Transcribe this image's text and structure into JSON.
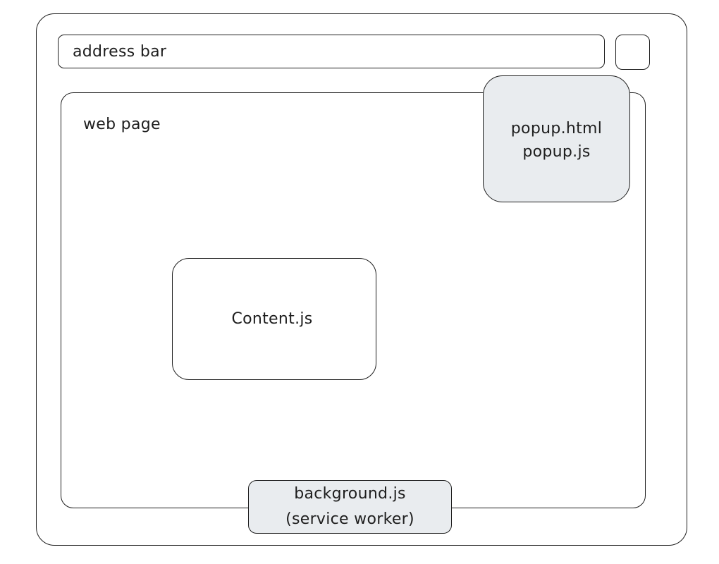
{
  "browser": {
    "address_bar_label": "address bar"
  },
  "web_page": {
    "label": "web page"
  },
  "popup": {
    "line1": "popup.html",
    "line2": "popup.js"
  },
  "content_script": {
    "label": "Content.js"
  },
  "background": {
    "line1": "background.js",
    "line2": "(service worker)"
  },
  "colors": {
    "stroke": "#1e1e1e",
    "fill_gray": "#e9ecef",
    "background": "#ffffff"
  }
}
